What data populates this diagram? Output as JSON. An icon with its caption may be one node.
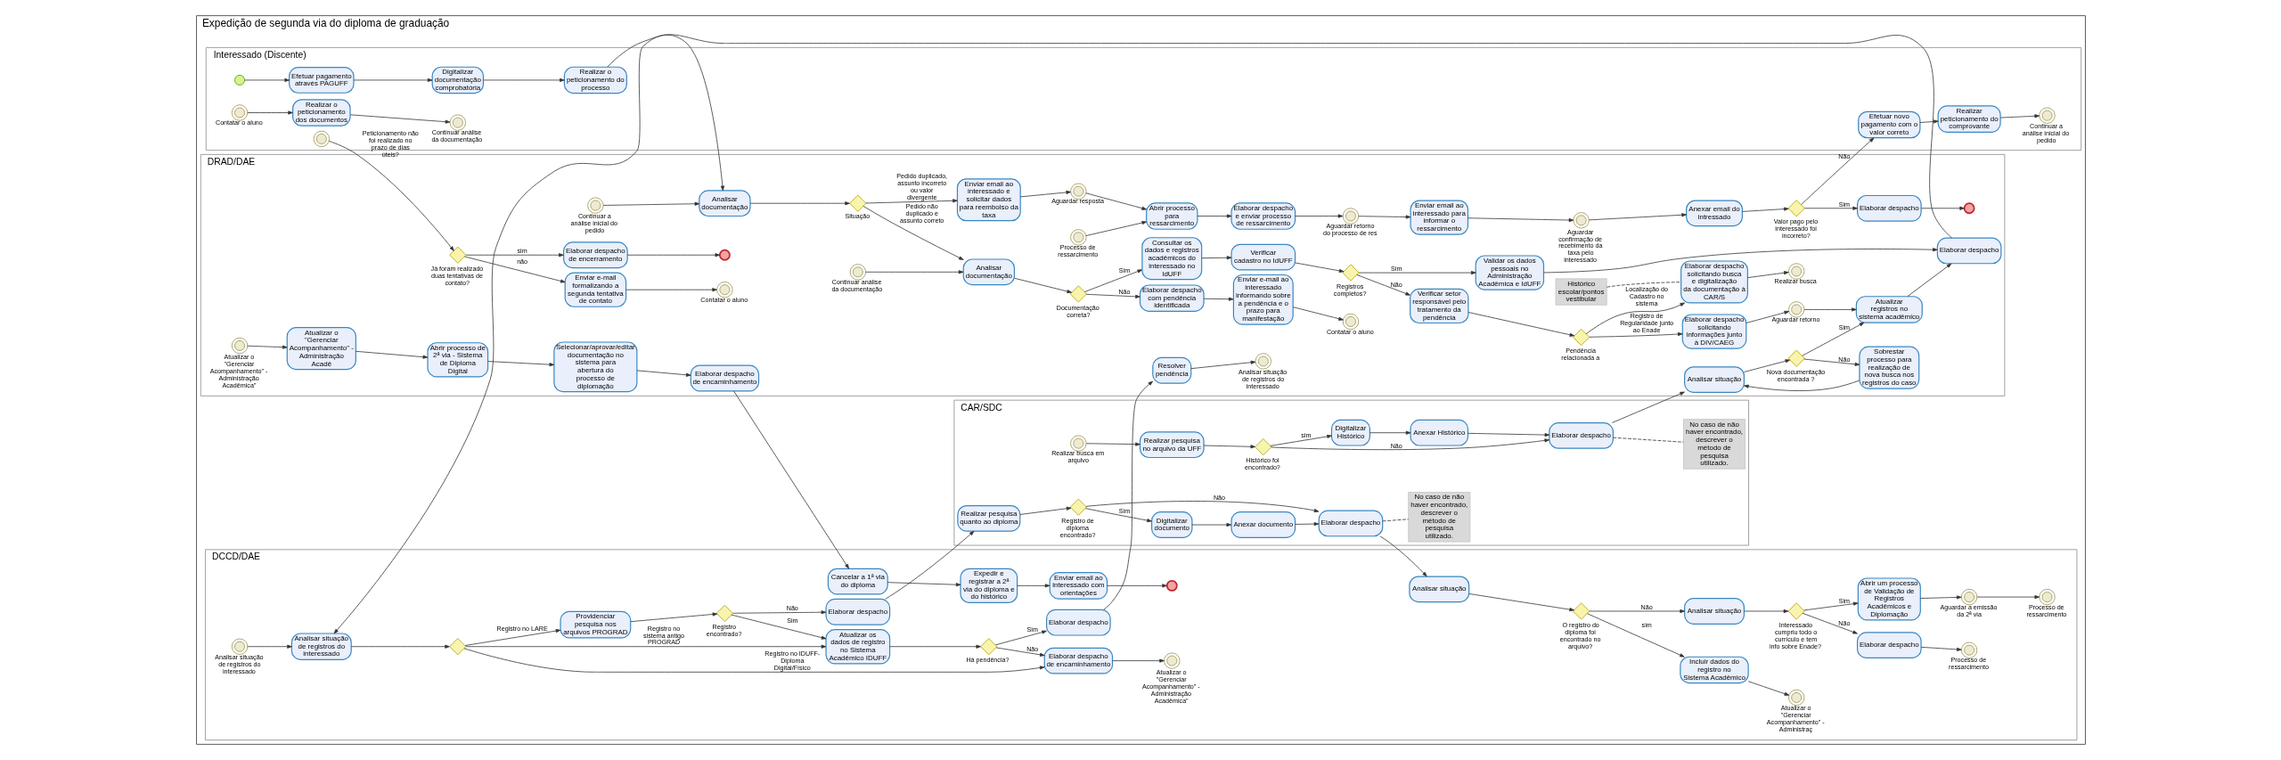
{
  "diagram": {
    "nodes": [
      {
        "text": [
          "Expedição de segunda via do diploma de graduação"
        ]
      },
      {
        "text": [
          "Interessado (Discente)"
        ],
        "in": 0
      },
      {
        "text": [
          "DRAD/DAE"
        ],
        "in": 0
      },
      {
        "text": [
          "CAR/SDC"
        ],
        "in": 0
      },
      {
        "text": [
          "DCCD/DAE"
        ],
        "in": 0
      },
      {
        "text": [],
        "shape": "circle",
        "in": 1
      },
      {
        "text": [
          "Efetuar pagamento através PAGUFF"
        ],
        "in": 1
      },
      {
        "text": [
          "Digitalizar documentação comprobatória"
        ],
        "in": 1
      },
      {
        "text": [
          "Realizar o peticionamento do processo"
        ],
        "in": 1
      },
      {
        "text": [
          "Efetuar novo pagamento com o valor correto"
        ],
        "in": 1
      },
      {
        "text": [
          "Realizar peticionamento do comprovante"
        ],
        "in": 1
      },
      {
        "text": [],
        "shape": "circle",
        "beside": [
          "Continuar a análise inicial do pedido"
        ],
        "in": 1
      },
      {
        "text": [],
        "shape": "circle",
        "beside": [
          "Contatar o aluno"
        ],
        "in": 1
      },
      {
        "text": [
          "Realizar o peticionamento dos documentos"
        ],
        "in": 1
      },
      {
        "text": [],
        "shape": "circle",
        "in": 1
      },
      {
        "text": [],
        "shape": "circle",
        "beside": [
          "Continuar análise da documentação"
        ],
        "in": 1
      },
      {
        "text": [],
        "shape": "circle",
        "beside": [
          "Continuar a análise inicial do pedido"
        ],
        "in": 2
      },
      {
        "text": [
          "Analisar documentação"
        ],
        "in": 2
      },
      {
        "text": [],
        "shape": "diamond",
        "beside": [
          "Situação"
        ],
        "in": 2
      },
      {
        "text": [
          "Enviar email ao interessado e solicitar dados para reembolso da taxa"
        ],
        "in": 2
      },
      {
        "text": [],
        "shape": "circle",
        "beside": [
          "Aguardar resposta"
        ],
        "in": 2
      },
      {
        "text": [],
        "shape": "circle",
        "beside": [
          "Processo de ressarcimento"
        ],
        "in": 2
      },
      {
        "text": [
          "Abrir processo para ressarcimento"
        ],
        "in": 2
      },
      {
        "text": [
          "Elaborar despacho e enviar processo de ressarcimento"
        ],
        "in": 2
      },
      {
        "text": [],
        "shape": "circle",
        "beside": [
          "Aguardar retorno do processo de res"
        ],
        "in": 2
      },
      {
        "text": [
          "Enviar email ao interessado para informar o ressarcimento"
        ],
        "in": 2
      },
      {
        "text": [],
        "shape": "circle",
        "beside": [
          "Aguardar confirmação de recebimento da taxa pelo interessado"
        ],
        "in": 2
      },
      {
        "text": [
          "Anexar email do intressado"
        ],
        "in": 2
      },
      {
        "text": [],
        "shape": "diamond",
        "beside": [
          "Valor pago pelo interessado foi incorreto?"
        ],
        "in": 2
      },
      {
        "text": [
          "Elaborar despacho"
        ],
        "in": 2
      },
      {
        "text": [],
        "shape": "circle",
        "in": 2
      },
      {
        "text": [
          "Analisar documentação"
        ],
        "in": 2
      },
      {
        "text": [],
        "shape": "circle",
        "beside": [
          "Continuar análise da documentação"
        ],
        "in": 2
      },
      {
        "text": [],
        "shape": "diamond",
        "beside": [
          "Documentação correta?"
        ],
        "in": 2
      },
      {
        "text": [
          "Elaborar despacho com pendência identificada"
        ],
        "in": 2
      },
      {
        "text": [
          "Enviar e-mail ao interessado informando sobre a pendência e o prazo para manifestação"
        ],
        "in": 2
      },
      {
        "text": [],
        "shape": "circle",
        "beside": [
          "Contatar o aluno"
        ],
        "in": 2
      },
      {
        "text": [],
        "shape": "diamond",
        "beside": [
          "Já foram realizado duas tentativas de contato?"
        ],
        "in": 2
      },
      {
        "text": [
          "Enviar e-mail formalizando a segunda tentativa de contato"
        ],
        "in": 2
      },
      {
        "text": [],
        "shape": "circle",
        "beside": [
          "Contatar o aluno"
        ],
        "in": 2
      },
      {
        "text": [
          "Elaborar despacho de encerramento"
        ],
        "in": 2
      },
      {
        "text": [],
        "shape": "circle",
        "in": 2
      },
      {
        "text": [
          "Consultar os dados e registros acadêmicos do interessado no IdUFF"
        ],
        "in": 2
      },
      {
        "text": [
          "Verificar cadastro no IdUFF"
        ],
        "in": 2
      },
      {
        "text": [],
        "shape": "diamond",
        "beside": [
          "Registros completos?"
        ],
        "in": 2
      },
      {
        "text": [
          "Validar os dados pessoais no Administração Acadêmica e IdUFF"
        ],
        "in": 2
      },
      {
        "text": [
          "Verificar setor responsável pelo tratamento da pendência"
        ],
        "in": 2
      },
      {
        "text": [],
        "shape": "diamond",
        "beside": [
          "Pendência relacionada a"
        ],
        "in": 2
      },
      {
        "text": [
          "Elaborar despacho solicitando informações junto à DIV/CAEG"
        ],
        "in": 2
      },
      {
        "text": [],
        "shape": "circle",
        "beside": [
          "Aguardar retorno"
        ],
        "in": 2
      },
      {
        "text": [
          "Histórico escolar/pontos vestibular"
        ],
        "in": 2
      },
      {
        "text": [
          "Elaborar despacho solicitando busca e digitalização da documentação à CAR/S"
        ],
        "in": 2
      },
      {
        "text": [],
        "shape": "circle",
        "beside": [
          "Realizar busca"
        ],
        "in": 2
      },
      {
        "text": [
          "Analisar situação"
        ],
        "in": 2
      },
      {
        "text": [],
        "shape": "diamond",
        "beside": [
          "Nova documentação encontrada ?"
        ],
        "in": 2
      },
      {
        "text": [
          "Atualizar registros no sistema acadêmico"
        ],
        "in": 2
      },
      {
        "text": [
          "Sobrestar processo para realização de nova busca nos registros do caso"
        ],
        "in": 2
      },
      {
        "text": [
          "Elaborar despacho"
        ],
        "in": 2
      },
      {
        "text": [],
        "shape": "circle",
        "beside": [
          "Atualizar o \"Gerenciar Acompanhamento\" - Administração Acadêmica\""
        ],
        "in": 2
      },
      {
        "text": [
          "Atualizar o \"Gerenciar Acompanhamento\" - Administração Acadê"
        ],
        "in": 2
      },
      {
        "text": [
          "Abrir processo de 2ª via - Sistema de Diploma Digital"
        ],
        "in": 2
      },
      {
        "text": [
          "Selecionar/aprovar/editar documentação no sistema para abertura do processo de diplomação"
        ],
        "in": 2
      },
      {
        "text": [
          "Elaborar despacho de encaminhamento"
        ],
        "in": 2
      },
      {
        "text": [
          "Resolver pendência"
        ],
        "in": 2
      },
      {
        "text": [],
        "shape": "circle",
        "beside": [
          "Analisar situação de registros do interessado"
        ],
        "in": 2
      },
      {
        "text": [],
        "shape": "circle",
        "beside": [
          "Realizar busca em arquivo"
        ],
        "in": 3
      },
      {
        "text": [
          "Realizar pesquisa no arquivo da UFF"
        ],
        "in": 3
      },
      {
        "text": [],
        "shape": "diamond",
        "beside": [
          "Histórico foi encontrado?"
        ],
        "in": 3
      },
      {
        "text": [
          "Elaborar despacho"
        ],
        "in": 3
      },
      {
        "text": [
          "No caso de não haver encontrado, descrever o método de pesquisa utilizado."
        ],
        "in": 3
      },
      {
        "text": [
          "Digitalizar Histórico"
        ],
        "in": 3
      },
      {
        "text": [
          "Anexar Histórico"
        ],
        "in": 3
      },
      {
        "text": [
          "Realizar pesquisa quanto ao diploma"
        ],
        "in": 3
      },
      {
        "text": [],
        "shape": "diamond",
        "beside": [
          "Registro de diploma encontrado?"
        ],
        "in": 3
      },
      {
        "text": [
          "Digitalizar documento"
        ],
        "in": 3
      },
      {
        "text": [
          "Anexar documento"
        ],
        "in": 3
      },
      {
        "text": [
          "Elaborar despacho"
        ],
        "in": 3
      },
      {
        "text": [
          "No caso de não haver encontrado, descrever o método de pesquisa utilizado."
        ],
        "in": 3
      },
      {
        "text": [
          "Analisar situação de registros do interessado"
        ],
        "in": 4
      },
      {
        "text": [],
        "shape": "circle",
        "beside": [
          "Analisar situação de registros do interessado"
        ],
        "in": 4
      },
      {
        "text": [],
        "shape": "diamond",
        "in": 4
      },
      {
        "text": [
          "Elaborar despacho de encaminhamento"
        ],
        "in": 4
      },
      {
        "text": [],
        "shape": "circle",
        "beside": [
          "Atualizar o \"Gerenciar Acompanhamento\" - Administração Acadêmica\""
        ],
        "in": 4
      },
      {
        "text": [
          "Atualizar os dados de registro no Sistema Acadêmico IDUFF"
        ],
        "in": 4
      },
      {
        "text": [],
        "shape": "diamond",
        "beside": [
          "Há pendência?"
        ],
        "in": 4
      },
      {
        "text": [
          "Elaborar despacho"
        ],
        "in": 4
      },
      {
        "text": [
          "Providenciar pesquisa nos arquivos PROGRAD"
        ],
        "in": 4
      },
      {
        "text": [],
        "shape": "diamond",
        "beside": [
          "Registro encontrado?"
        ],
        "in": 4
      },
      {
        "text": [
          "Elaborar despacho"
        ],
        "in": 4
      },
      {
        "text": [
          "Analisar situação"
        ],
        "in": 4
      },
      {
        "text": [],
        "shape": "diamond",
        "beside": [
          "O registro do diploma foi encontrado no arquivo?"
        ],
        "in": 4
      },
      {
        "text": [
          "Incluir dados do registro no Sistema Acadêmico"
        ],
        "in": 4
      },
      {
        "text": [],
        "shape": "circle",
        "beside": [
          "Atualizar o \"Gerenciar Acompanhamento\" - Administraç"
        ],
        "in": 4
      },
      {
        "text": [
          "Analisar situação"
        ],
        "in": 4
      },
      {
        "text": [],
        "shape": "diamond",
        "beside": [
          "Interessado cumpriu todo o currículo e tem info sobre Enade?"
        ],
        "in": 4
      },
      {
        "text": [
          "Elaborar despacho"
        ],
        "in": 4
      },
      {
        "text": [],
        "shape": "circle",
        "beside": [
          "Processo de ressarcimento"
        ],
        "in": 4
      },
      {
        "text": [
          "Abrir um processo de Validação de Registros Acadêmicos e Diplomação"
        ],
        "in": 4
      },
      {
        "text": [],
        "shape": "circle",
        "beside": [
          "Aguardar a emissão da 2ª via"
        ],
        "in": 4
      },
      {
        "text": [],
        "shape": "circle",
        "beside": [
          "Processo de ressarcimento"
        ],
        "in": 4
      },
      {
        "text": [
          "Cancelar a 1ª via do diploma"
        ],
        "in": 4
      },
      {
        "text": [
          "Expedir e registrar a 2ª via do diploma e do histórico"
        ],
        "in": 4
      },
      {
        "text": [
          "Enviar email ao interessado com orientações"
        ],
        "in": 4
      },
      {
        "text": [],
        "shape": "circle",
        "in": 4
      }
    ],
    "edges": [
      {
        "from": 5,
        "to": 6,
        "arrow": "to"
      },
      {
        "from": 6,
        "to": 7,
        "arrow": "to"
      },
      {
        "from": 7,
        "to": 8,
        "arrow": "to"
      },
      {
        "from": 8,
        "to": 17,
        "arrow": "to"
      },
      {
        "from": 9,
        "to": 10,
        "arrow": "to"
      },
      {
        "from": 10,
        "to": 11,
        "arrow": "to"
      },
      {
        "from": 12,
        "to": 13,
        "arrow": "to"
      },
      {
        "from": 13,
        "to": 15,
        "arrow": "to"
      },
      {
        "from": 14,
        "to": 37,
        "arrow": "to",
        "label": "Peticionamento não foi realizado no prazo de dias úteis?"
      },
      {
        "from": 16,
        "to": 17,
        "arrow": "to"
      },
      {
        "from": 17,
        "to": 18,
        "arrow": "to"
      },
      {
        "from": 18,
        "to": 19,
        "arrow": "to",
        "label": "Pedido duplicado, assunto incorreto ou valor divergente"
      },
      {
        "from": 19,
        "to": 20,
        "arrow": "to"
      },
      {
        "from": 20,
        "to": 22,
        "arrow": "to"
      },
      {
        "from": 21,
        "to": 22,
        "arrow": "to"
      },
      {
        "from": 22,
        "to": 23,
        "arrow": "to"
      },
      {
        "from": 23,
        "to": 24,
        "arrow": "to"
      },
      {
        "from": 24,
        "to": 25,
        "arrow": "to"
      },
      {
        "from": 25,
        "to": 26,
        "arrow": "to"
      },
      {
        "from": 26,
        "to": 27,
        "arrow": "to"
      },
      {
        "from": 27,
        "to": 28,
        "arrow": "to"
      },
      {
        "from": 28,
        "to": 29,
        "arrow": "to",
        "label": "Sim"
      },
      {
        "from": 29,
        "to": 30,
        "arrow": "to"
      },
      {
        "from": 28,
        "to": 9,
        "arrow": "to",
        "label": "Não"
      },
      {
        "from": 18,
        "to": 31,
        "arrow": "to",
        "label": "Pedido não duplicado e assunto correto"
      },
      {
        "from": 32,
        "to": 31,
        "arrow": "to"
      },
      {
        "from": 31,
        "to": 33,
        "arrow": "to"
      },
      {
        "from": 33,
        "to": 34,
        "arrow": "to",
        "label": "Não"
      },
      {
        "from": 34,
        "to": 35,
        "arrow": "to"
      },
      {
        "from": 35,
        "to": 36,
        "arrow": "to"
      },
      {
        "from": 37,
        "to": 38,
        "arrow": "to",
        "label": "não"
      },
      {
        "from": 38,
        "to": 39,
        "arrow": "to"
      },
      {
        "from": 37,
        "to": 40,
        "arrow": "to",
        "label": "sim"
      },
      {
        "from": 40,
        "to": 41,
        "arrow": "to"
      },
      {
        "from": 33,
        "to": 42,
        "arrow": "to",
        "label": "Sim"
      },
      {
        "from": 42,
        "to": 43,
        "arrow": "to"
      },
      {
        "from": 43,
        "to": 44,
        "arrow": "to"
      },
      {
        "from": 44,
        "to": 45,
        "arrow": "to",
        "label": "Sim"
      },
      {
        "from": 45,
        "to": 57,
        "arrow": "to"
      },
      {
        "from": 44,
        "to": 46,
        "arrow": "to",
        "label": "Não"
      },
      {
        "from": 46,
        "to": 47,
        "arrow": "to"
      },
      {
        "from": 47,
        "to": 48,
        "arrow": "to",
        "label": "Registro de Regularidade junto ao Enade"
      },
      {
        "from": 48,
        "to": 49,
        "arrow": "to"
      },
      {
        "from": 49,
        "to": 55,
        "arrow": "to"
      },
      {
        "from": 47,
        "to": 51,
        "arrow": "to",
        "label": "Localização do Cadastro no sistema"
      },
      {
        "from": 51,
        "to": 52,
        "arrow": "to"
      },
      {
        "from": 50,
        "to": 51,
        "arrow": "none",
        "style": "dashed"
      },
      {
        "from": 53,
        "to": 54,
        "arrow": "to"
      },
      {
        "from": 54,
        "to": 55,
        "arrow": "to",
        "label": "Sim"
      },
      {
        "from": 54,
        "to": 56,
        "arrow": "to",
        "label": "Não"
      },
      {
        "from": 56,
        "to": 53,
        "arrow": "to"
      },
      {
        "from": 55,
        "to": 57,
        "arrow": "to"
      },
      {
        "from": 57,
        "to": 78,
        "arrow": "to"
      },
      {
        "from": 58,
        "to": 59,
        "arrow": "to"
      },
      {
        "from": 59,
        "to": 60,
        "arrow": "to"
      },
      {
        "from": 60,
        "to": 61,
        "arrow": "to"
      },
      {
        "from": 61,
        "to": 62,
        "arrow": "to"
      },
      {
        "from": 62,
        "to": 100,
        "arrow": "to"
      },
      {
        "from": 63,
        "to": 64,
        "arrow": "to"
      },
      {
        "from": 65,
        "to": 66,
        "arrow": "to"
      },
      {
        "from": 66,
        "to": 67,
        "arrow": "to"
      },
      {
        "from": 67,
        "to": 68,
        "arrow": "to",
        "label": "Não"
      },
      {
        "from": 67,
        "to": 70,
        "arrow": "to",
        "label": "sim"
      },
      {
        "from": 70,
        "to": 71,
        "arrow": "to"
      },
      {
        "from": 71,
        "to": 68,
        "arrow": "to"
      },
      {
        "from": 68,
        "to": 53,
        "arrow": "to"
      },
      {
        "from": 68,
        "to": 69,
        "arrow": "none",
        "style": "dashed"
      },
      {
        "from": 72,
        "to": 73,
        "arrow": "to"
      },
      {
        "from": 73,
        "to": 74,
        "arrow": "to",
        "label": "Sim"
      },
      {
        "from": 74,
        "to": 75,
        "arrow": "to"
      },
      {
        "from": 75,
        "to": 76,
        "arrow": "to"
      },
      {
        "from": 73,
        "to": 76,
        "arrow": "to",
        "label": "Não"
      },
      {
        "from": 76,
        "to": 77,
        "arrow": "none",
        "style": "dashed"
      },
      {
        "from": 76,
        "to": 89,
        "arrow": "to"
      },
      {
        "from": 79,
        "to": 78,
        "arrow": "to"
      },
      {
        "from": 78,
        "to": 80,
        "arrow": "to"
      },
      {
        "from": 80,
        "to": 81,
        "arrow": "to",
        "label": "Registro no IDUFF- Diploma Digital/Físico"
      },
      {
        "from": 81,
        "to": 82,
        "arrow": "to"
      },
      {
        "from": 80,
        "to": 83,
        "arrow": "to",
        "label": "Registro no sistema antigo PROGRAD"
      },
      {
        "from": 83,
        "to": 84,
        "arrow": "to"
      },
      {
        "from": 84,
        "to": 81,
        "arrow": "to",
        "label": "Não"
      },
      {
        "from": 84,
        "to": 85,
        "arrow": "to",
        "label": "Sim"
      },
      {
        "from": 85,
        "to": 63,
        "arrow": "to"
      },
      {
        "from": 80,
        "to": 86,
        "arrow": "to",
        "label": "Registro no LARE"
      },
      {
        "from": 86,
        "to": 87,
        "arrow": "to"
      },
      {
        "from": 87,
        "to": 83,
        "arrow": "to",
        "label": "Sim"
      },
      {
        "from": 87,
        "to": 88,
        "arrow": "to",
        "label": "Não"
      },
      {
        "from": 88,
        "to": 72,
        "arrow": "to"
      },
      {
        "from": 89,
        "to": 90,
        "arrow": "to"
      },
      {
        "from": 90,
        "to": 91,
        "arrow": "to",
        "label": "sim"
      },
      {
        "from": 91,
        "to": 92,
        "arrow": "to"
      },
      {
        "from": 90,
        "to": 93,
        "arrow": "to",
        "label": "Não"
      },
      {
        "from": 93,
        "to": 94,
        "arrow": "to"
      },
      {
        "from": 94,
        "to": 95,
        "arrow": "to",
        "label": "Não"
      },
      {
        "from": 95,
        "to": 96,
        "arrow": "to"
      },
      {
        "from": 94,
        "to": 97,
        "arrow": "to",
        "label": "Sim"
      },
      {
        "from": 97,
        "to": 98,
        "arrow": "to"
      },
      {
        "from": 98,
        "to": 99,
        "arrow": "to"
      },
      {
        "from": 100,
        "to": 101,
        "arrow": "to"
      },
      {
        "from": 101,
        "to": 102,
        "arrow": "to"
      },
      {
        "from": 102,
        "to": 103,
        "arrow": "to"
      }
    ]
  }
}
